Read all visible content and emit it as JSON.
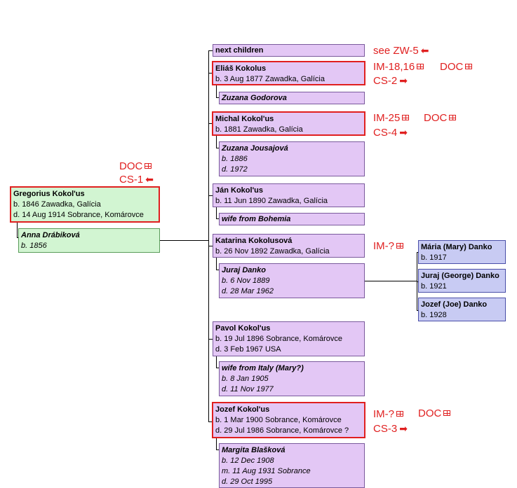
{
  "next_children": {
    "label": "next children"
  },
  "annotations": {
    "zw5": {
      "text": "see ZW-5",
      "arrow": "⬅"
    },
    "elias_im": {
      "text": "IM-18,16"
    },
    "elias_doc": {
      "text": "DOC"
    },
    "elias_cs": {
      "text": "CS-2",
      "arrow": "➡"
    },
    "michal_im": {
      "text": "IM-25"
    },
    "michal_doc": {
      "text": "DOC"
    },
    "michal_cs": {
      "text": "CS-4",
      "arrow": "➡"
    },
    "greg_doc": {
      "text": "DOC"
    },
    "greg_cs": {
      "text": "CS-1",
      "arrow": "⬅"
    },
    "katarina_im": {
      "text": "IM-?"
    },
    "jozef_im": {
      "text": "IM-?"
    },
    "jozef_doc": {
      "text": "DOC"
    },
    "jozef_cs": {
      "text": "CS-3",
      "arrow": "➡"
    }
  },
  "gregorius": {
    "name": "Gregorius Kokol'us",
    "born": "b. 1846 Zawadka, Galícia",
    "died": "d. 14 Aug 1914 Sobrance, Komárovce"
  },
  "anna": {
    "name": "Anna Drábiková",
    "born": "b. 1856"
  },
  "elias": {
    "name": "Eliáš Kokolus",
    "born": "b. 3 Aug 1877 Zawadka, Galícia"
  },
  "zuzana_g": {
    "name": "Zuzana Godorova"
  },
  "michal": {
    "name": "Michal Kokol'us",
    "born": "b. 1881 Zawadka, Galícia"
  },
  "zuzana_j": {
    "name": "Zuzana Jousajová",
    "born": "b. 1886",
    "died": "d. 1972"
  },
  "jan": {
    "name": "Ján Kokol'us",
    "born": "b. 11 Jun 1890 Zawadka, Galícia"
  },
  "wife_bohemia": {
    "name": "wife from Bohemia"
  },
  "katarina": {
    "name": "Katarina Kokolusová",
    "born": "b. 26 Nov 1892 Zawadka, Galícia"
  },
  "juraj": {
    "name": "Juraj Danko",
    "born": "b. 6 Nov 1889",
    "died": "d. 28 Mar 1962"
  },
  "maria": {
    "name": "Mária (Mary) Danko",
    "born": "b. 1917"
  },
  "juraj_g": {
    "name": "Juraj (George) Danko",
    "born": "b. 1921"
  },
  "jozef_joe": {
    "name": "Jozef (Joe) Danko",
    "born": "b. 1928"
  },
  "pavol": {
    "name": "Pavol Kokol'us",
    "born": "b. 19 Jul 1896 Sobrance, Komárovce",
    "died": "d. 3 Feb 1967 USA"
  },
  "wife_italy": {
    "name": "wife from Italy (Mary?)",
    "born": "b. 8 Jan 1905",
    "died": "d. 11 Nov 1977"
  },
  "jozef": {
    "name": "Jozef Kokol'us",
    "born": "b. 1 Mar 1900 Sobrance, Komárovce",
    "died": "d. 29 Jul 1986 Sobrance, Komárovce ?"
  },
  "margita": {
    "name": "Margita Blašková",
    "born": "b. 12 Dec 1908",
    "married": "m. 11 Aug 1931 Sobrance",
    "died": "d. 29 Oct 1995"
  }
}
